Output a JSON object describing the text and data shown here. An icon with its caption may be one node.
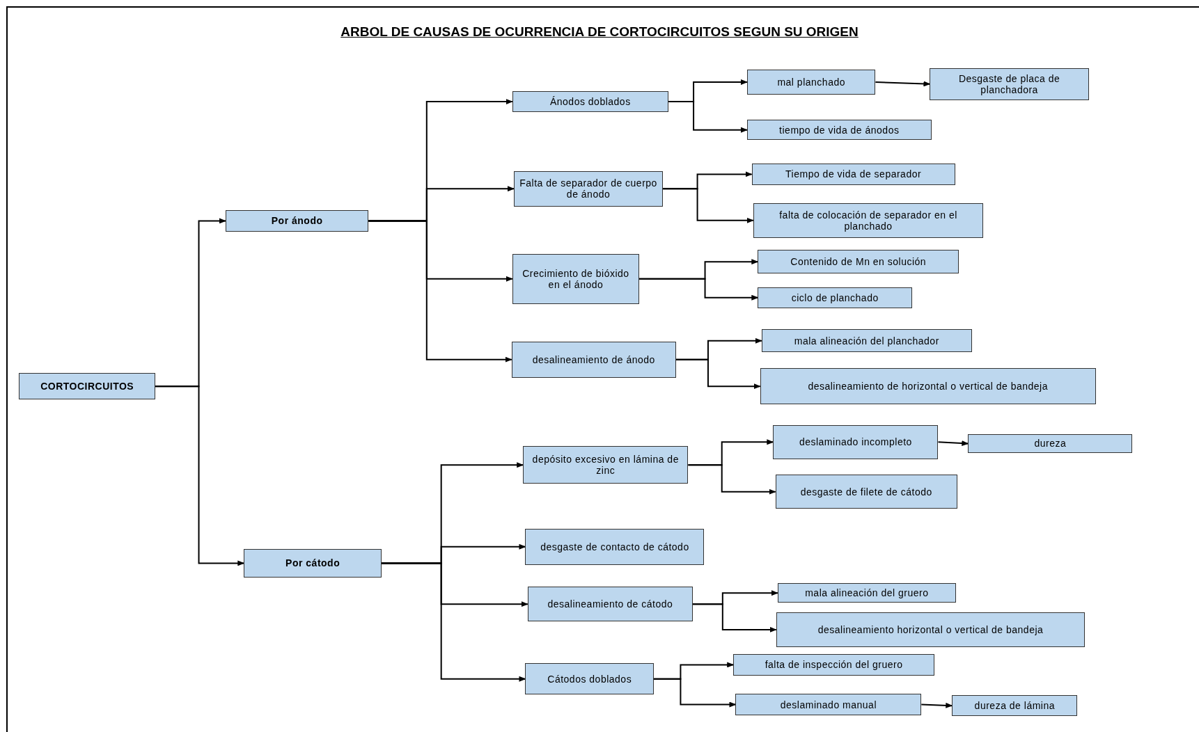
{
  "diagram": {
    "title": "ARBOL DE CAUSAS DE OCURRENCIA DE CORTOCIRCUITOS SEGUN SU ORIGEN",
    "nodes": [
      {
        "text": [
          "CORTOCIRCUITOS"
        ]
      },
      {
        "text": [
          "Por ánodo"
        ]
      },
      {
        "text": [
          "Por cátodo"
        ]
      },
      {
        "text": [
          "Ánodos doblados"
        ]
      },
      {
        "text": [
          "Falta de separador de cuerpo de ánodo"
        ]
      },
      {
        "text": [
          "Crecimiento de bióxido en el ánodo"
        ]
      },
      {
        "text": [
          "desalineamiento de ánodo"
        ]
      },
      {
        "text": [
          "mal planchado"
        ]
      },
      {
        "text": [
          "Desgaste de placa de planchadora"
        ]
      },
      {
        "text": [
          "tiempo de vida de ánodos"
        ]
      },
      {
        "text": [
          "Tiempo de vida de separador"
        ]
      },
      {
        "text": [
          "falta de colocación de separador en el planchado"
        ]
      },
      {
        "text": [
          "Contenido de Mn en solución"
        ]
      },
      {
        "text": [
          "ciclo de planchado"
        ]
      },
      {
        "text": [
          "mala alineación del planchador"
        ]
      },
      {
        "text": [
          "desalineamiento de horizontal o vertical de bandeja"
        ]
      },
      {
        "text": [
          "depósito excesivo en lámina de zinc"
        ]
      },
      {
        "text": [
          "desgaste de contacto de cátodo"
        ]
      },
      {
        "text": [
          "desalineamiento de cátodo"
        ]
      },
      {
        "text": [
          "Cátodos doblados"
        ]
      },
      {
        "text": [
          "deslaminado incompleto"
        ]
      },
      {
        "text": [
          "dureza"
        ]
      },
      {
        "text": [
          "desgaste de filete de cátodo"
        ]
      },
      {
        "text": [
          "mala alineación del gruero"
        ]
      },
      {
        "text": [
          "desalineamiento horizontal o vertical de bandeja"
        ]
      },
      {
        "text": [
          "falta de inspección del gruero"
        ]
      },
      {
        "text": [
          "deslaminado manual"
        ]
      },
      {
        "text": [
          "dureza de lámina"
        ]
      }
    ],
    "edges": [
      {
        "from": 0,
        "to": 1,
        "arrow": "to"
      },
      {
        "from": 0,
        "to": 2,
        "arrow": "to"
      },
      {
        "from": 1,
        "to": 3,
        "arrow": "to"
      },
      {
        "from": 1,
        "to": 4,
        "arrow": "to"
      },
      {
        "from": 1,
        "to": 5,
        "arrow": "to"
      },
      {
        "from": 1,
        "to": 6,
        "arrow": "to"
      },
      {
        "from": 3,
        "to": 7,
        "arrow": "to"
      },
      {
        "from": 3,
        "to": 9,
        "arrow": "to"
      },
      {
        "from": 7,
        "to": 8,
        "arrow": "to"
      },
      {
        "from": 4,
        "to": 10,
        "arrow": "to"
      },
      {
        "from": 4,
        "to": 11,
        "arrow": "to"
      },
      {
        "from": 5,
        "to": 12,
        "arrow": "to"
      },
      {
        "from": 5,
        "to": 13,
        "arrow": "to"
      },
      {
        "from": 6,
        "to": 14,
        "arrow": "to"
      },
      {
        "from": 6,
        "to": 15,
        "arrow": "to"
      },
      {
        "from": 2,
        "to": 16,
        "arrow": "to"
      },
      {
        "from": 2,
        "to": 17,
        "arrow": "to"
      },
      {
        "from": 2,
        "to": 18,
        "arrow": "to"
      },
      {
        "from": 2,
        "to": 19,
        "arrow": "to"
      },
      {
        "from": 16,
        "to": 20,
        "arrow": "to"
      },
      {
        "from": 16,
        "to": 22,
        "arrow": "to"
      },
      {
        "from": 20,
        "to": 21,
        "arrow": "to"
      },
      {
        "from": 18,
        "to": 23,
        "arrow": "to"
      },
      {
        "from": 18,
        "to": 24,
        "arrow": "to"
      },
      {
        "from": 19,
        "to": 25,
        "arrow": "to"
      },
      {
        "from": 19,
        "to": 26,
        "arrow": "to"
      },
      {
        "from": 26,
        "to": 27,
        "arrow": "to"
      }
    ]
  }
}
